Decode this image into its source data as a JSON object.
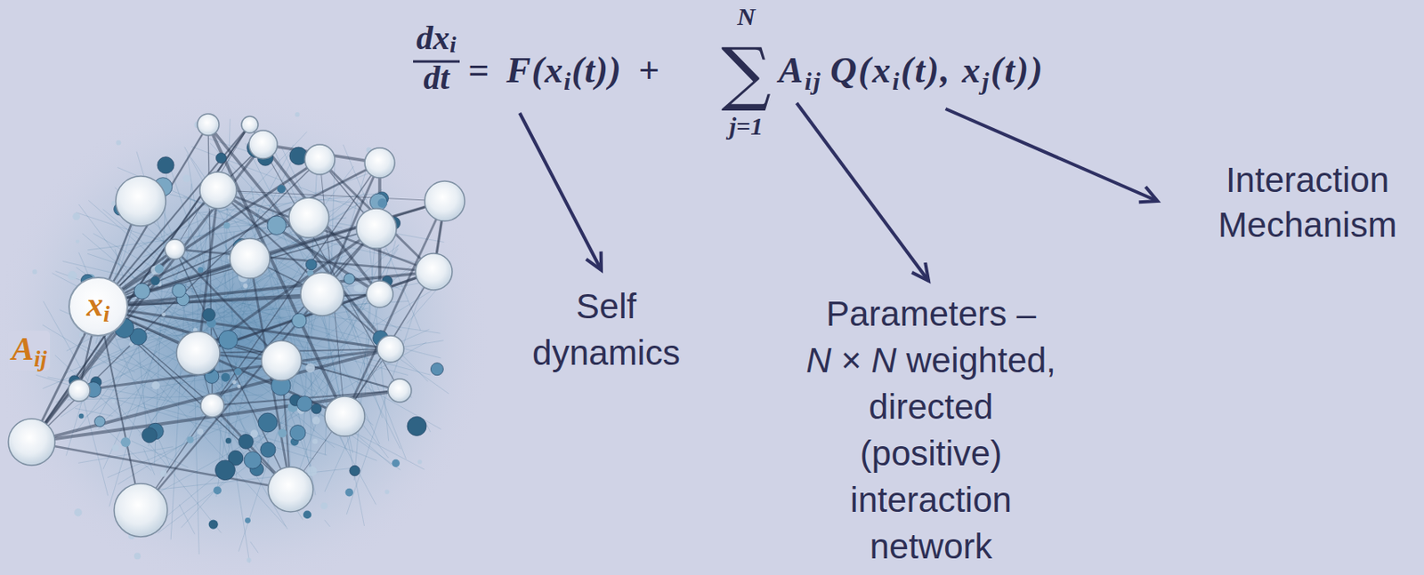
{
  "diagram": {
    "nodes": [
      {
        "text": [
          "x",
          "i"
        ]
      }
    ],
    "labels": [
      "dx",
      "i",
      "dt",
      "=",
      "F(x",
      "i",
      "(t))",
      "+",
      "N",
      "∑",
      "j=1",
      "A",
      "ij",
      "Q(x",
      "i",
      "(t), x",
      "j",
      "(t))",
      "Self dynamics",
      "Parameters – N × N weighted, directed (positive) interaction network",
      "Interaction Mechanism",
      "A",
      "ij"
    ]
  }
}
